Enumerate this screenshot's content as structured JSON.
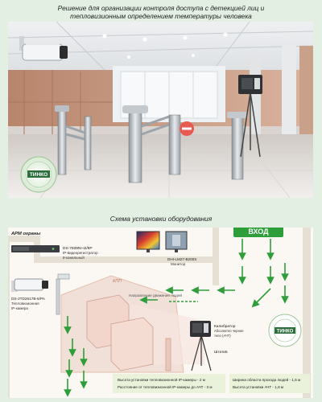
{
  "titles": {
    "main_line1": "Решение для организации контроля доступа с детекцией лиц и",
    "main_line2": "тепловизионным определением температуры человека",
    "scheme": "Схема установки оборудования"
  },
  "colors": {
    "background": "#e3efe3",
    "arrow_green": "#2e9e3a",
    "zone_fill": "#f1ded6",
    "zone_stroke": "#e3b8a6",
    "info_box": "#eaf3da",
    "wall_shadow": "#e3dcd0"
  },
  "diagram": {
    "arm_label": "АРМ охраны",
    "entrance": "ВХОД",
    "kpp": "КПП",
    "flow": "Направление движения людей",
    "nvr_model": "DS-7608NI-I2/8P",
    "nvr_desc1": "IP-видеорегистратор",
    "nvr_desc2": "8-канальный",
    "monitor_model": "DHI-LM27-B200S",
    "monitor_desc": "Монитор",
    "camera_model": "DS-2TD2617B-6/PA",
    "camera_desc1": "Тепловизионная",
    "camera_desc2": "IP-камера",
    "calibrator_title": "Калибратор",
    "calibrator_desc1": "Абсолютно черное",
    "calibrator_desc2": "тело (АЧТ)",
    "tripod": "Штатив",
    "info_left_1": "Высота установки тепловизионной IP-камеры - 2 м",
    "info_left_2": "Расстояние от тепловизионной IP-камеры до АЧТ - 3 м",
    "info_right_1": "Ширина области прохода людей - 1,5 м",
    "info_right_2": "Высота установки АЧТ - 1,8 м"
  },
  "icons": [
    "thermal-camera-icon",
    "blackbody-calibrator-icon",
    "stop-sign-icon",
    "tinko-seal-icon",
    "nvr-icon",
    "monitor-icon",
    "turnstile-icon",
    "arrow-icon"
  ]
}
